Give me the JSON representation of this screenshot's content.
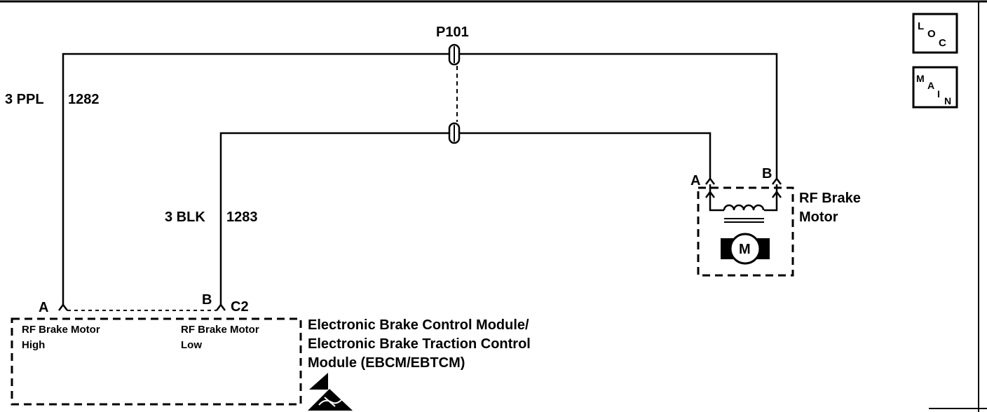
{
  "connector": {
    "label": "P101"
  },
  "wires": [
    {
      "gauge_color": "3 PPL",
      "circuit": "1282"
    },
    {
      "gauge_color": "3 BLK",
      "circuit": "1283"
    }
  ],
  "module": {
    "connector": "C2",
    "pin_a": {
      "letter": "A",
      "line1": "RF Brake Motor",
      "line2": "High"
    },
    "pin_b": {
      "letter": "B",
      "line1": "RF Brake Motor",
      "line2": "Low"
    },
    "name_lines": [
      "Electronic Brake Control Module/",
      "Electronic Brake Traction Control",
      "Module (EBCM/EBTCM)"
    ]
  },
  "motor": {
    "pin_a": "A",
    "pin_b": "B",
    "name_lines": [
      "RF Brake",
      "Motor"
    ],
    "symbol": "M"
  },
  "loc_box": {
    "l": "L",
    "o": "O",
    "c": "C"
  },
  "main_box": {
    "m": "M",
    "a": "A",
    "i": "I",
    "n": "N"
  },
  "icons": {
    "esd": "esd-warning-icon",
    "motor": "motor-icon",
    "coil": "coil-icon"
  }
}
